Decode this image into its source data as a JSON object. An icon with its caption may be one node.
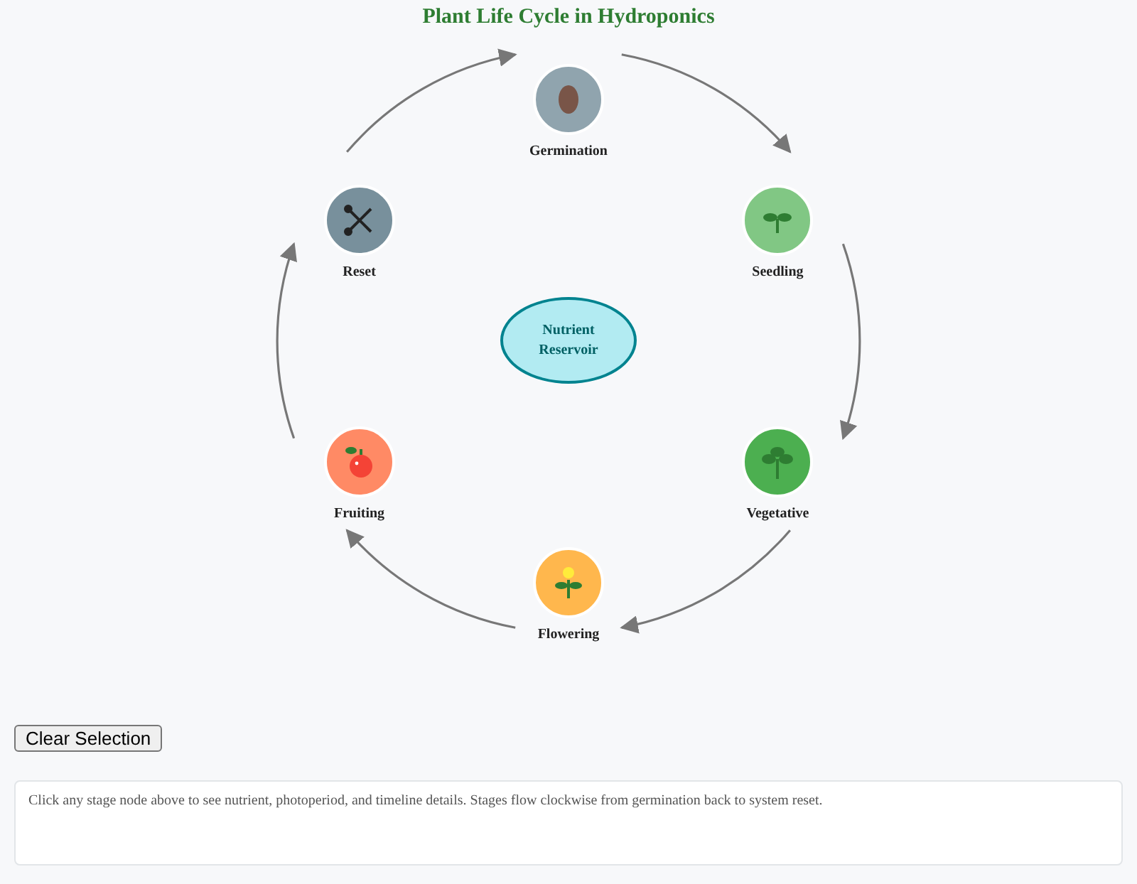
{
  "diagram": {
    "title": "Plant Life Cycle in Hydroponics",
    "nodes": [
      {
        "text": [
          "Germination"
        ]
      },
      {
        "text": [
          "Seedling"
        ]
      },
      {
        "text": [
          "Vegetative"
        ]
      },
      {
        "text": [
          "Flowering"
        ]
      },
      {
        "text": [
          "Fruiting"
        ]
      },
      {
        "text": [
          "Reset"
        ]
      },
      {
        "text": [
          "Nutrient Reservoir"
        ]
      }
    ],
    "edges": [
      {
        "from": 0,
        "to": 1,
        "arrow": "to"
      },
      {
        "from": 1,
        "to": 2,
        "arrow": "to"
      },
      {
        "from": 2,
        "to": 3,
        "arrow": "to"
      },
      {
        "from": 3,
        "to": 4,
        "arrow": "to"
      },
      {
        "from": 4,
        "to": 5,
        "arrow": "to"
      },
      {
        "from": 5,
        "to": 0,
        "arrow": "to"
      }
    ],
    "labels": [
      "Clear Selection",
      "Click any stage node above to see nutrient, photoperiod, and timeline details. Stages flow clockwise from germination back to system reset."
    ]
  }
}
